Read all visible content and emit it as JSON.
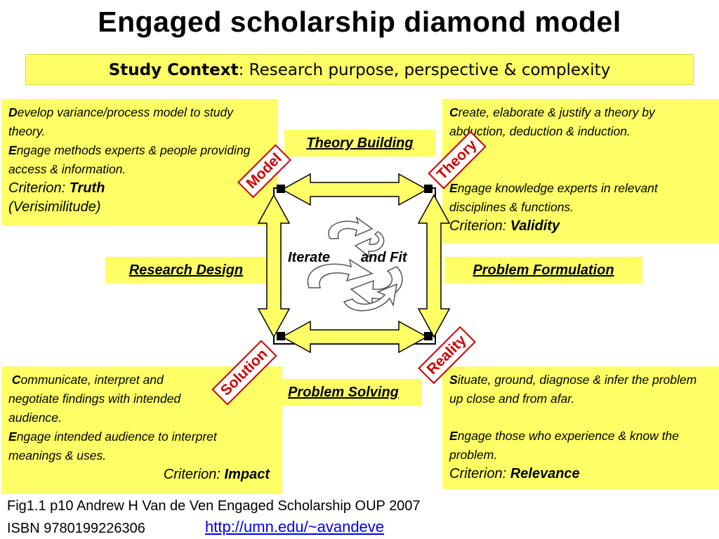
{
  "title": "Engaged scholarship diamond model",
  "context": {
    "label": "Study Context",
    "sep": ":",
    "text": " Research purpose, perspective & complexity"
  },
  "boxes": {
    "top_left": {
      "l1_cap": "D",
      "l1_rest": "evelop variance/process model to study theory.",
      "l2_cap": "E",
      "l2_rest": "ngage methods experts & people providing access & information.",
      "crit_label": "Criterion: ",
      "crit_value": "Truth",
      "crit_extra": "(Verisimilitude)"
    },
    "top_right": {
      "l1_cap": "C",
      "l1_rest": "reate, elaborate & justify a theory by abduction, deduction & induction.",
      "l2_cap": "E",
      "l2_rest": "ngage knowledge experts in relevant disciplines & functions.",
      "crit_label": "Criterion: ",
      "crit_value": "Validity"
    },
    "bottom_left": {
      "l1_cap": "C",
      "l1_rest": "ommunicate, interpret and negotiate findings with intended audience.",
      "l2_cap": "E",
      "l2_rest": "ngage intended audience to interpret meanings & uses.",
      "crit_label": "Criterion: ",
      "crit_value": "Impact"
    },
    "bottom_right": {
      "l1_cap": "S",
      "l1_rest": "ituate, ground, diagnose & infer the problem up close and from afar.",
      "l2_cap": "E",
      "l2_rest": "ngage those who experience & know the problem.",
      "crit_label": "Criterion: ",
      "crit_value": "Relevance"
    }
  },
  "activities": {
    "theory_building": "Theory Building",
    "research_design": "Research Design",
    "problem_formulation": "Problem Formulation",
    "problem_solving": "Problem Solving"
  },
  "corners": {
    "model": "Model",
    "theory": "Theory",
    "solution": "Solution",
    "reality": "Reality"
  },
  "center": {
    "left": "Iterate",
    "right": "and Fit"
  },
  "colors": {
    "box_fill": "#ffff66",
    "arrow_fill": "#ffff66",
    "corner_label": "#cc0000",
    "link": "#0000ee"
  },
  "footer": {
    "line1": "Fig1.1 p10   Andrew H Van de Ven Engaged Scholarship OUP 2007",
    "isbn": "ISBN 9780199226306",
    "link": "http://umn.edu/~avandeve"
  }
}
